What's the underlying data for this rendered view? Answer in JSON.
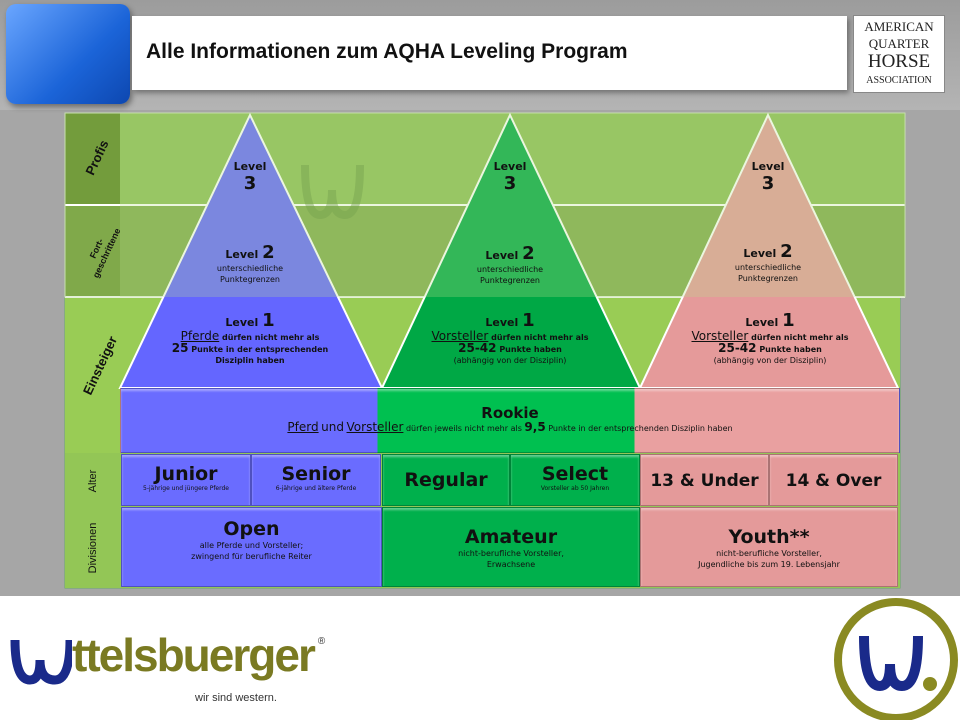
{
  "header": {
    "title": "Alle Informationen zum AQHA Leveling Program",
    "logo_lines": [
      "AMERICAN",
      "QUARTER",
      "HORSE",
      "ASSOCIATION"
    ]
  },
  "rows": {
    "profis": "Profis",
    "fort": "Fort-\ngeschrittene",
    "einsteiger": "Einsteiger",
    "alter": "Alter",
    "divisionen": "Divisionen"
  },
  "level3": {
    "label": "Level",
    "num": "3"
  },
  "level2": {
    "label": "Level",
    "num": "2",
    "desc1": "unterschiedliche",
    "desc2": "Punktegrenzen"
  },
  "level1": [
    {
      "label": "Level",
      "num": "1",
      "subject": "Pferde",
      "line1": "dürfen nicht mehr als",
      "points": "25",
      "line2": "Punkte in der entsprechenden",
      "line3": "Disziplin haben"
    },
    {
      "label": "Level",
      "num": "1",
      "subject": "Vorsteller",
      "line1": "dürfen nicht mehr als",
      "points": "25-42",
      "line2": "Punkte haben",
      "line3": "(abhängig von der Disziplin)"
    },
    {
      "label": "Level",
      "num": "1",
      "subject": "Vorsteller",
      "line1": "dürfen nicht mehr als",
      "points": "25-42",
      "line2": "Punkte haben",
      "line3": "(abhängig von der Disziplin)"
    }
  ],
  "rookie": {
    "title": "Rookie",
    "pferd": "Pferd",
    "und": "und",
    "vorsteller": "Vorsteller",
    "text1": "dürfen jeweils nicht mehr als",
    "points": "9,5",
    "text2": "Punkte in der entsprechenden Disziplin haben"
  },
  "ages": [
    {
      "title": "Junior",
      "sub": "5-jährige und jüngere Pferde"
    },
    {
      "title": "Senior",
      "sub": "6-jährige und ältere Pferde"
    },
    {
      "title": "Regular",
      "sub": ""
    },
    {
      "title": "Select",
      "sub": "Vorsteller ab 50 Jahren"
    },
    {
      "title": "13 & Under",
      "sub": ""
    },
    {
      "title": "14 & Over",
      "sub": ""
    }
  ],
  "divisions": [
    {
      "title": "Open",
      "l1": "alle Pferde und Vorsteller;",
      "l2": "zwingend für berufliche Reiter"
    },
    {
      "title": "Amateur",
      "l1": "nicht-berufliche Vorsteller,",
      "l2": "Erwachsene"
    },
    {
      "title": "Youth**",
      "l1": "nicht-berufliche Vorsteller,",
      "l2": "Jugendliche bis zum 19. Lebensjahr"
    }
  ],
  "footer": {
    "brand": "ttelsbuerger",
    "slogan": "wir sind western.",
    "reg": "®"
  },
  "colors": {
    "blue": "#6a6cff",
    "green": "#00b04c",
    "pink": "#e49a9a",
    "row": "#93c656"
  }
}
